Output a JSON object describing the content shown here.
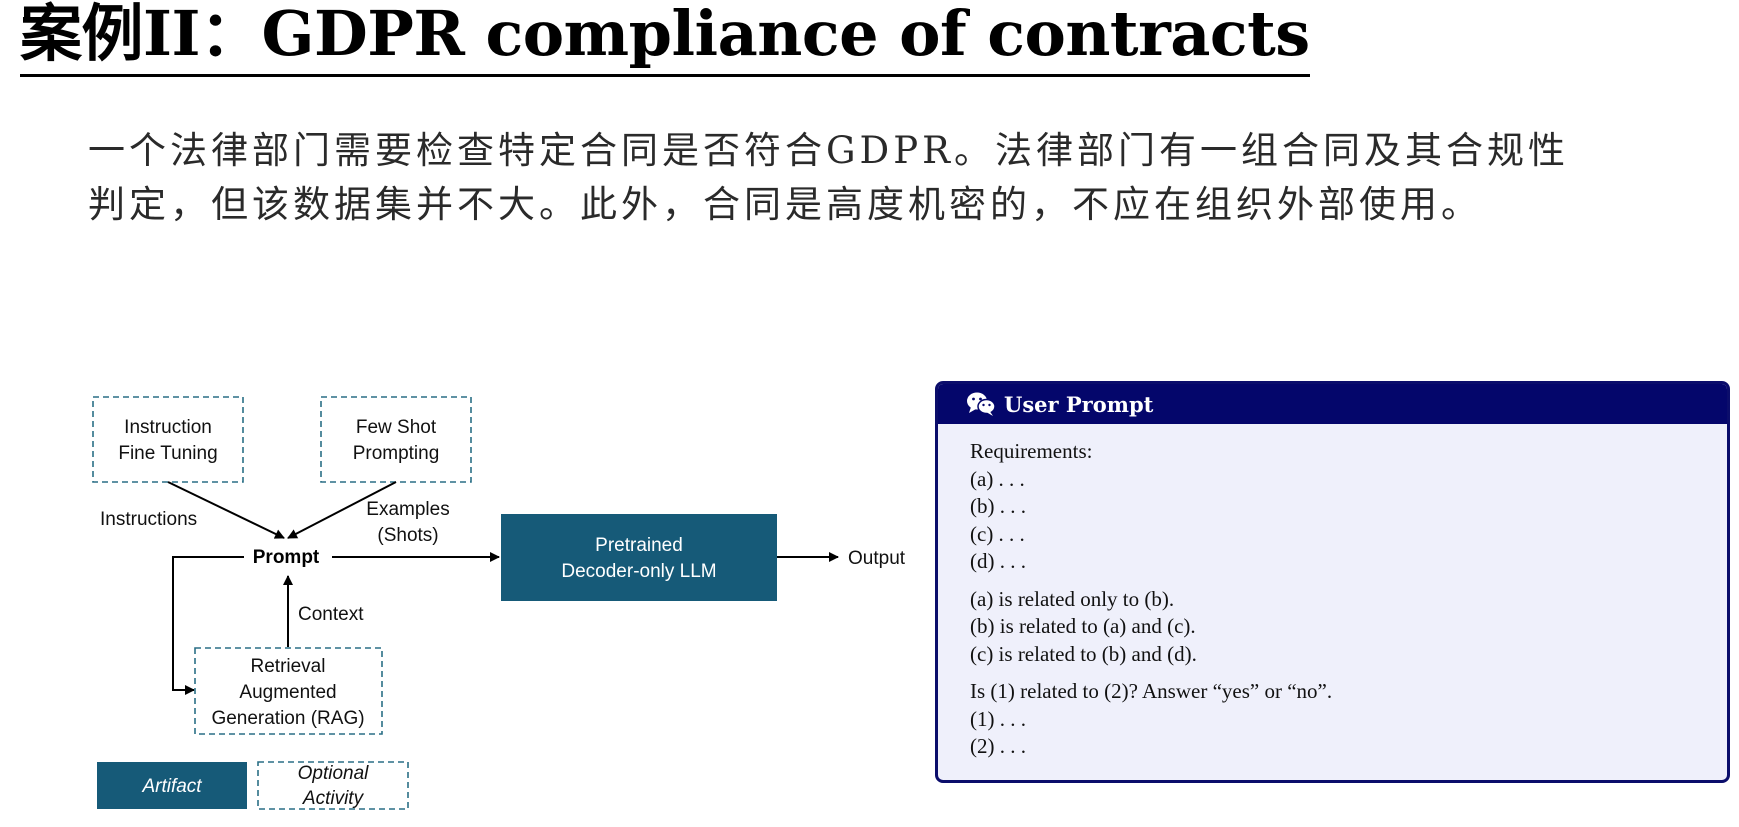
{
  "title": "案例II：GDPR compliance of contracts",
  "intro": "一个法律部门需要检查特定合同是否符合GDPR。法律部门有一组合同及其合规性判定，但该数据集并不大。此外，合同是高度机密的，不应在组织外部使用。",
  "diagram": {
    "instruction_box": [
      "Instruction",
      "Fine Tuning"
    ],
    "fewshot_box": [
      "Few Shot",
      "Prompting"
    ],
    "instructions_label": "Instructions",
    "examples_label": [
      "Examples",
      "(Shots)"
    ],
    "prompt_label": "Prompt",
    "llm_box": [
      "Pretrained",
      "Decoder-only LLM"
    ],
    "output_label": "Output",
    "context_label": "Context",
    "rag_box": [
      "Retrieval",
      "Augmented",
      "Generation (RAG)"
    ],
    "legend_artifact": "Artifact",
    "legend_optional": [
      "Optional",
      "Activity"
    ],
    "colors": {
      "artifact_fill": "#165a78",
      "dashed_border": "#2a6f86"
    }
  },
  "user_prompt": {
    "header": "User Prompt",
    "icon": "wechat-chat-icon",
    "requirements_title": "Requirements:",
    "requirements": [
      "(a) . . .",
      "(b) . . .",
      "(c) . . .",
      "(d) . . ."
    ],
    "relations": [
      "(a) is related only to (b).",
      "(b) is related to (a) and (c).",
      "(c) is related to (b) and (d)."
    ],
    "question": "Is (1) related to (2)? Answer “yes” or “no”.",
    "items": [
      "(1) . . .",
      "(2) . . ."
    ],
    "colors": {
      "header_bg": "#04066b",
      "body_bg": "#eff0fb"
    }
  }
}
